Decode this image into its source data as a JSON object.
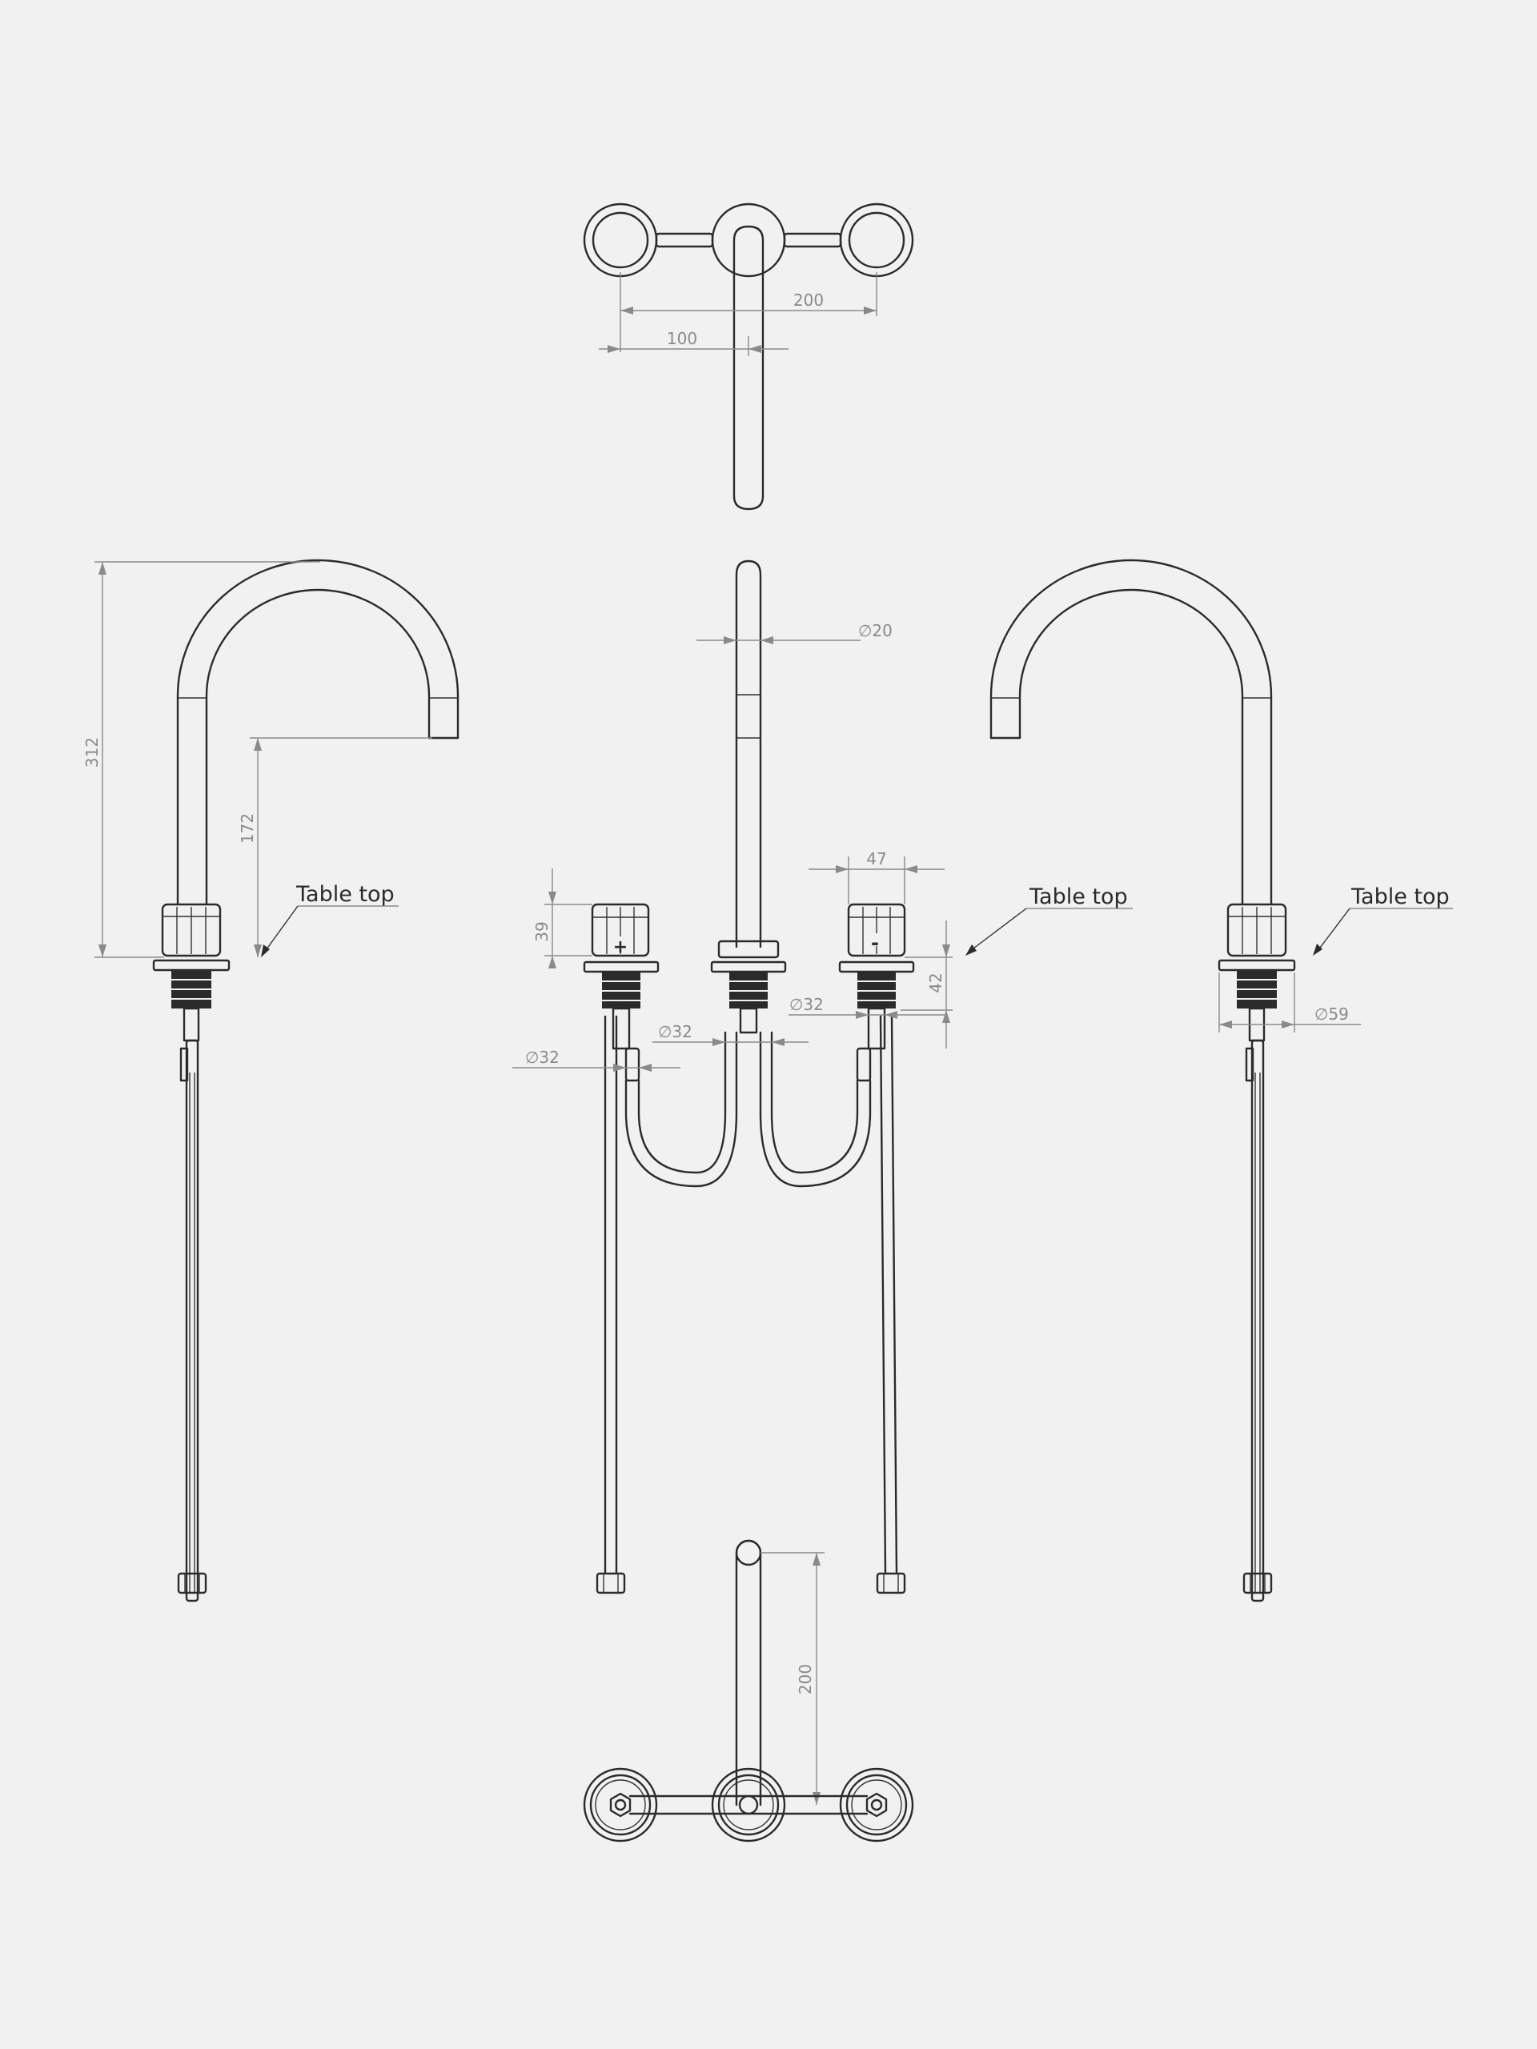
{
  "dimensions": {
    "top_spacing_200": "200",
    "top_spacing_100": "100",
    "left_height_312": "312",
    "left_spout_172": "172",
    "spout_diameter": "∅20",
    "handle_height_39": "39",
    "handle_width_47": "47",
    "body_height_42": "42",
    "dia_32_right": "∅32",
    "dia_32_center": "∅32",
    "dia_32_left": "∅32",
    "right_base_dia": "∅59",
    "bottom_projection_200": "200"
  },
  "labels": {
    "table_top_left": "Table top",
    "table_top_center": "Table top",
    "table_top_right": "Table top"
  },
  "markings": {
    "hot": "+",
    "cold": "-"
  }
}
